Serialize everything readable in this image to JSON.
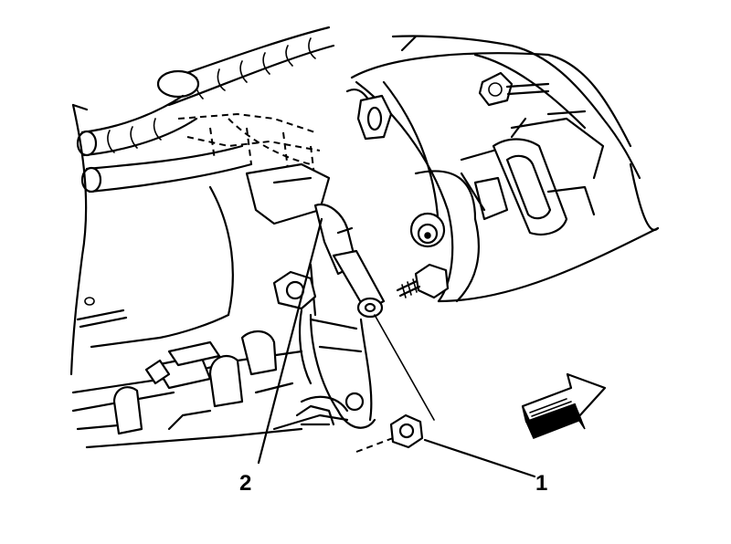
{
  "callouts": [
    {
      "id": "1",
      "label": "1"
    },
    {
      "id": "2",
      "label": "2"
    }
  ],
  "colors": {
    "ink": "#000000",
    "paper": "#ffffff"
  },
  "icons": {
    "direction": "front-arrow-icon"
  }
}
